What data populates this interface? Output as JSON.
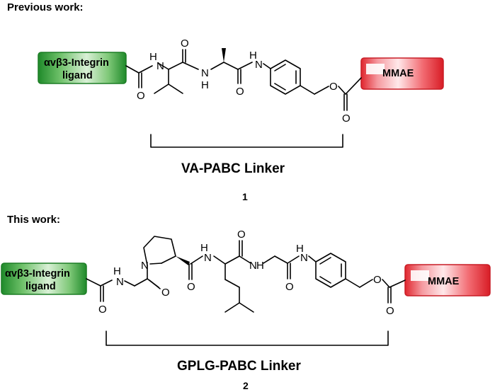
{
  "sections": {
    "previous": {
      "heading": "Previous work:",
      "ligand_line1": "αvβ3-Integrin",
      "ligand_line2": "ligand",
      "payload": "MMAE",
      "linker_label": "VA-PABC Linker",
      "compound_number": "1"
    },
    "current": {
      "heading": "This work:",
      "ligand_line1": "αvβ3-Integrin",
      "ligand_line2": "ligand",
      "payload": "MMAE",
      "linker_label": "GPLG-PABC Linker",
      "compound_number": "2"
    }
  },
  "atoms": {
    "nitrogen_h": "H",
    "nitrogen": "N",
    "oxygen": "O"
  },
  "colors": {
    "ligand_box": "#3aa13a",
    "payload_box": "#e8333a",
    "bond": "#000000"
  }
}
